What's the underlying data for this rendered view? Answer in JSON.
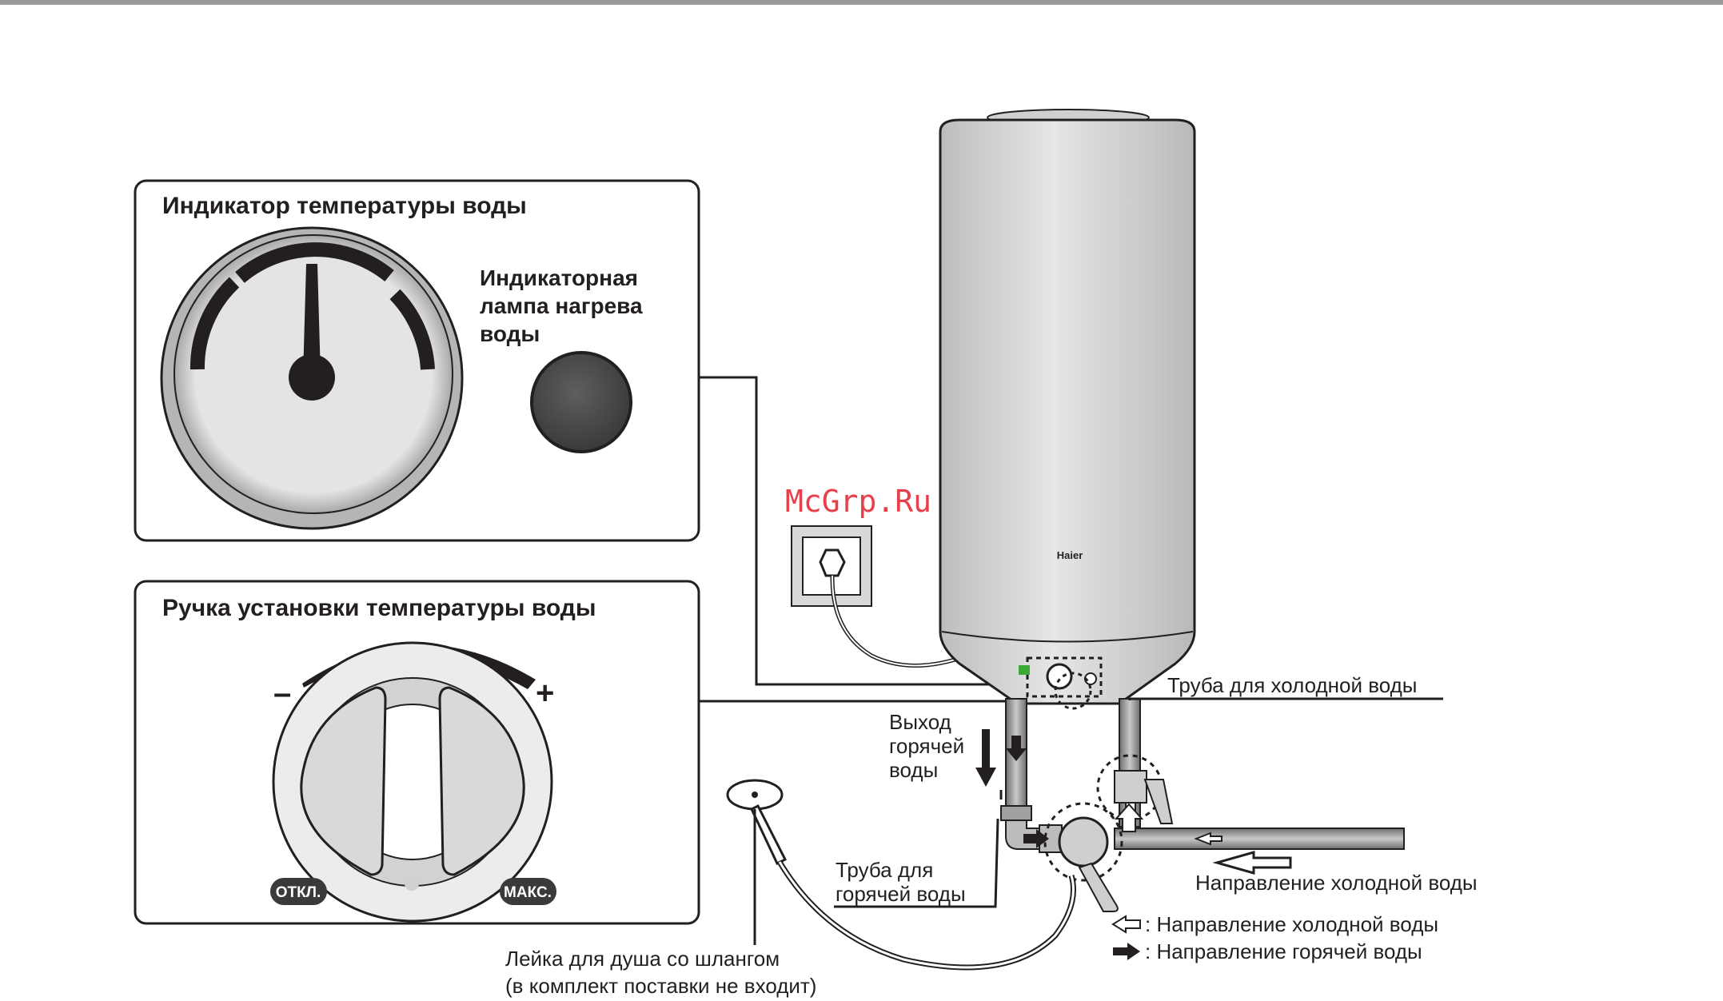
{
  "panels": {
    "temperature_indicator": {
      "title": "Индикатор температуры воды",
      "lamp_label": [
        "Индикаторная",
        "лампа нагрева",
        "воды"
      ]
    },
    "temperature_knob": {
      "title": "Ручка установки температуры воды",
      "minus": "–",
      "plus": "+",
      "off_label": "ОТКЛ.",
      "max_label": "МАКС."
    }
  },
  "heater": {
    "brand": "Haier"
  },
  "watermark": "McGrp.Ru",
  "labels": {
    "cold_pipe": "Труба для холодной воды",
    "hot_outlet": [
      "Выход",
      "горячей",
      "воды"
    ],
    "hot_pipe": [
      "Труба для",
      "горячей воды"
    ],
    "cold_direction": "Направление холодной воды",
    "shower": [
      "Лейка для душа со шлангом",
      "(в комплект поставки не входит)"
    ]
  },
  "legend": {
    "cold": ": Направление холодной воды",
    "hot": ": Направление горячей воды"
  },
  "colors": {
    "outline": "#231f20",
    "tank_body": "#d9d9d9",
    "pipe": "#8c8c8c",
    "lamp": "#4a4a4a",
    "indicator_green": "#3aa935",
    "watermark_red": "#e8404a"
  }
}
